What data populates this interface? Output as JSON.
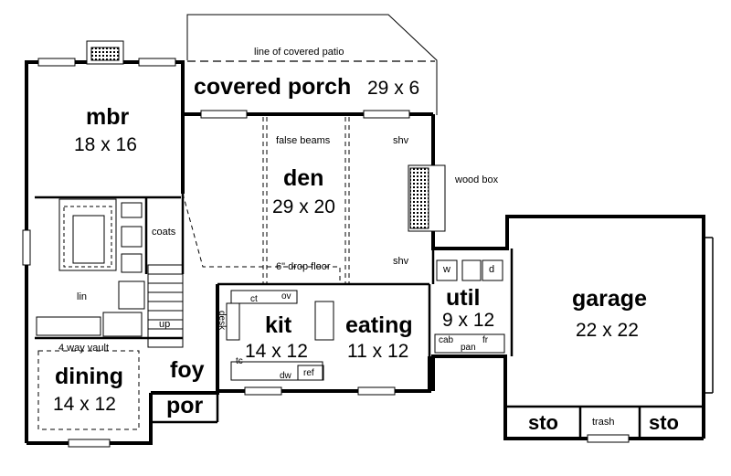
{
  "rooms": {
    "covered_porch": {
      "name": "covered porch",
      "size": "29 x 6"
    },
    "mbr": {
      "name": "mbr",
      "size": "18 x 16"
    },
    "den": {
      "name": "den",
      "size": "29 x 20"
    },
    "kit": {
      "name": "kit",
      "size": "14 x 12"
    },
    "eating": {
      "name": "eating",
      "size": "11 x 12"
    },
    "util": {
      "name": "util",
      "size": "9 x 12"
    },
    "garage": {
      "name": "garage",
      "size": "22 x 22"
    },
    "dining": {
      "name": "dining",
      "size": "14 x 12"
    },
    "foy": {
      "name": "foy"
    },
    "por": {
      "name": "por"
    },
    "sto_left": {
      "name": "sto"
    },
    "sto_right": {
      "name": "sto"
    }
  },
  "annotations": {
    "covered_patio_line": "line of covered patio",
    "false_beams": "false beams",
    "wood_box": "wood box",
    "drop_floor": "6\" drop floor",
    "shv_upper": "shv",
    "shv_lower": "shv",
    "coats": "coats",
    "lin": "lin",
    "up": "up",
    "desk": "desk",
    "ct": "ct",
    "ov": "ov",
    "tc": "tc",
    "dw": "dw",
    "ref": "ref",
    "washer": "w",
    "dryer": "d",
    "cab": "cab",
    "pan": "pan",
    "fr": "fr",
    "trash": "trash",
    "vault": "4 way vault"
  }
}
